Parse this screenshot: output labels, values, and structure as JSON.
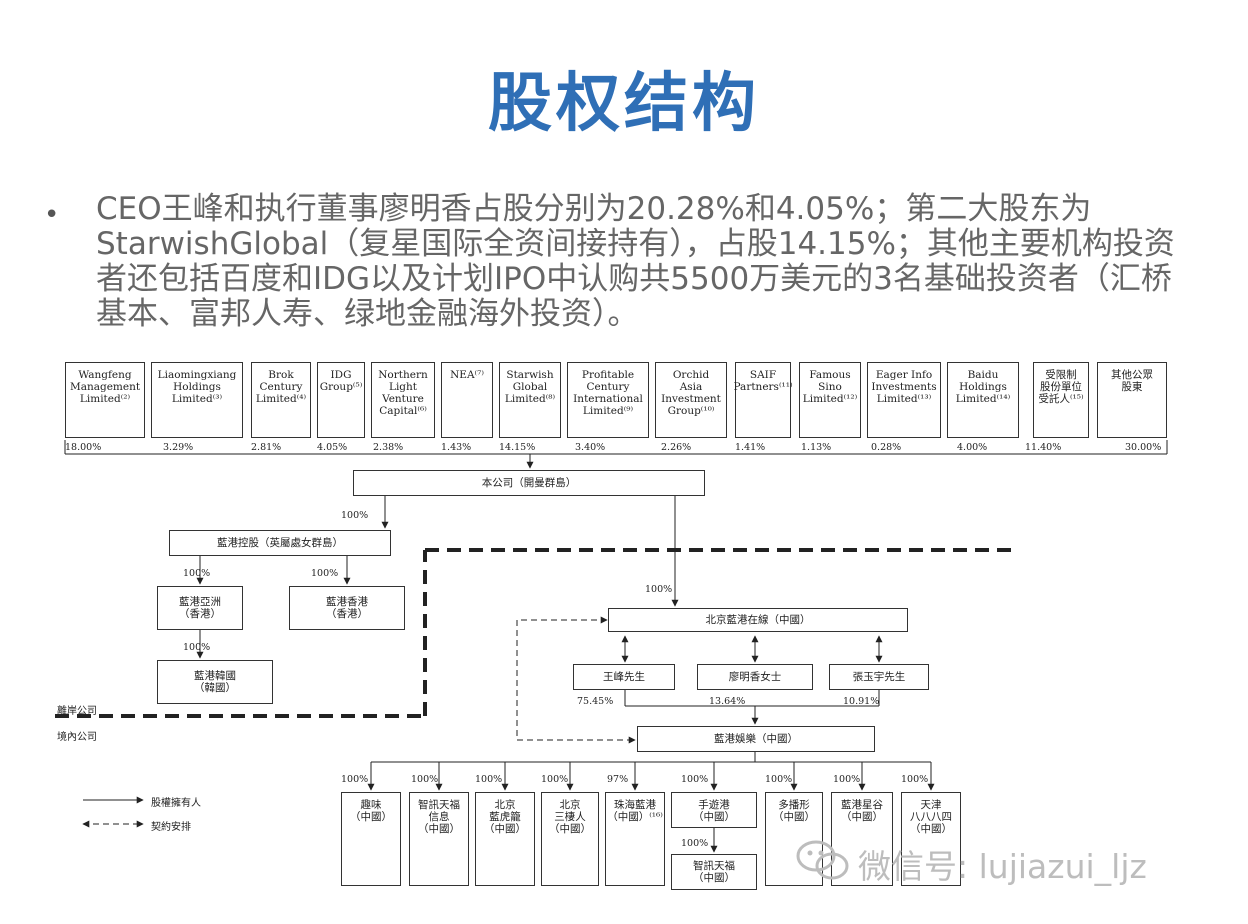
{
  "title": "股权结构",
  "bullet": "CEO王峰和执行董事廖明香占股分别为20.28%和4.05%；第二大股东为StarwishGlobal（复星国际全资间接持有），占股14.15%；其他主要机构投资者还包括百度和IDG以及计划IPO中认购共5500万美元的3名基础投资者（汇桥基本、富邦人寿、绿地金融海外投资）。",
  "shareholders": [
    {
      "name": "Wangfeng\nManagement\nLimited⁽²⁾",
      "pct": "18.00%"
    },
    {
      "name": "Liaomingxiang\nHoldings\nLimited⁽³⁾",
      "pct": "3.29%"
    },
    {
      "name": "Brok\nCentury\nLimited⁽⁴⁾",
      "pct": "2.81%"
    },
    {
      "name": "IDG\nGroup⁽⁵⁾",
      "pct": "4.05%"
    },
    {
      "name": "Northern\nLight\nVenture\nCapital⁽⁶⁾",
      "pct": "2.38%"
    },
    {
      "name": "NEA⁽⁷⁾",
      "pct": "1.43%"
    },
    {
      "name": "Starwish\nGlobal\nLimited⁽⁸⁾",
      "pct": "14.15%"
    },
    {
      "name": "Profitable\nCentury\nInternational\nLimited⁽⁹⁾",
      "pct": "3.40%"
    },
    {
      "name": "Orchid\nAsia\nInvestment\nGroup⁽¹⁰⁾",
      "pct": "2.26%"
    },
    {
      "name": "SAIF\nPartners⁽¹¹⁾",
      "pct": "1.41%"
    },
    {
      "name": "Famous\nSino\nLimited⁽¹²⁾",
      "pct": "1.13%"
    },
    {
      "name": "Eager Info\nInvestments\nLimited⁽¹³⁾",
      "pct": "0.28%"
    },
    {
      "name": "Baidu\nHoldings\nLimited⁽¹⁴⁾",
      "pct": "4.00%"
    },
    {
      "name": "受限制\n股份單位\n受託人⁽¹⁵⁾",
      "pct": "11.40%"
    },
    {
      "name": "其他公眾\n股東",
      "pct": "30.00%"
    }
  ],
  "company": "本公司（開曼群島）",
  "holdco": {
    "name": "藍港控股（英屬處女群島）",
    "pct": "100%"
  },
  "asia": {
    "name": "藍港亞洲\n（香港）",
    "pct": "100%"
  },
  "hk": {
    "name": "藍港香港\n（香港）",
    "pct": "100%"
  },
  "korea": {
    "name": "藍港韓國\n（韓國）",
    "pct": "100%"
  },
  "wfoe": {
    "name": "北京藍港在線（中國）",
    "pct": "100%"
  },
  "persons": [
    {
      "name": "王峰先生",
      "pct": "75.45%"
    },
    {
      "name": "廖明香女士",
      "pct": "13.64%"
    },
    {
      "name": "張玉宇先生",
      "pct": "10.91%"
    }
  ],
  "vie": "藍港娛樂（中國）",
  "offshore_label": "離岸公司",
  "onshore_label": "境內公司",
  "subsidiaries": [
    {
      "name": "趣味\n（中國）",
      "pct": "100%"
    },
    {
      "name": "智訊天福\n信息\n（中國）",
      "pct": "100%"
    },
    {
      "name": "北京\n藍虎籠\n（中國）",
      "pct": "100%"
    },
    {
      "name": "北京\n三棲人\n（中國）",
      "pct": "100%"
    },
    {
      "name": "珠海藍港\n（中國）⁽¹⁶⁾",
      "pct": "97%"
    },
    {
      "name": "手遊港\n（中國）",
      "pct": "100%"
    },
    {
      "name": "多播形\n（中國）",
      "pct": "100%"
    },
    {
      "name": "藍港星谷\n（中國）",
      "pct": "100%"
    },
    {
      "name": "天津\n八八八四\n（中國）",
      "pct": "100%"
    }
  ],
  "sub_child": {
    "name": "智訊天福\n（中國）",
    "pct": "100%"
  },
  "legend": {
    "solid": "股權擁有人",
    "dashed": "契約安排"
  },
  "watermark": "微信号: lujiazui_ljz"
}
